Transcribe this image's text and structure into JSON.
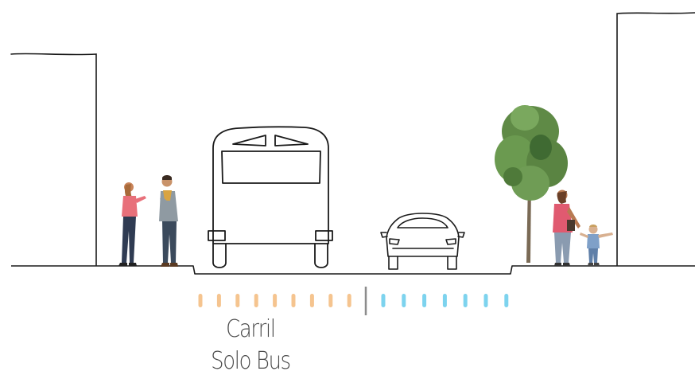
{
  "caption": {
    "line1": "Carril",
    "line2": "Solo Bus"
  },
  "lane_markers": {
    "bus_lane_dash_count": 9,
    "bus_lane_color": "#F5C48F",
    "general_lane_dash_count": 7,
    "general_lane_color": "#7DD3EE",
    "divider_color": "#8c8c8c"
  },
  "colors": {
    "line_color": "#1a1a1a",
    "tree_foliage": "#5f8a46",
    "tree_foliage_dark": "#3f6a32",
    "tree_trunk": "#7a6a55",
    "person_top_pink": "#e8707a",
    "person_jeans": "#2f3b52",
    "person_scarf": "#d9a441",
    "person_jacket_grey": "#8f9aa2",
    "child_shirt": "#7fa0c8"
  }
}
